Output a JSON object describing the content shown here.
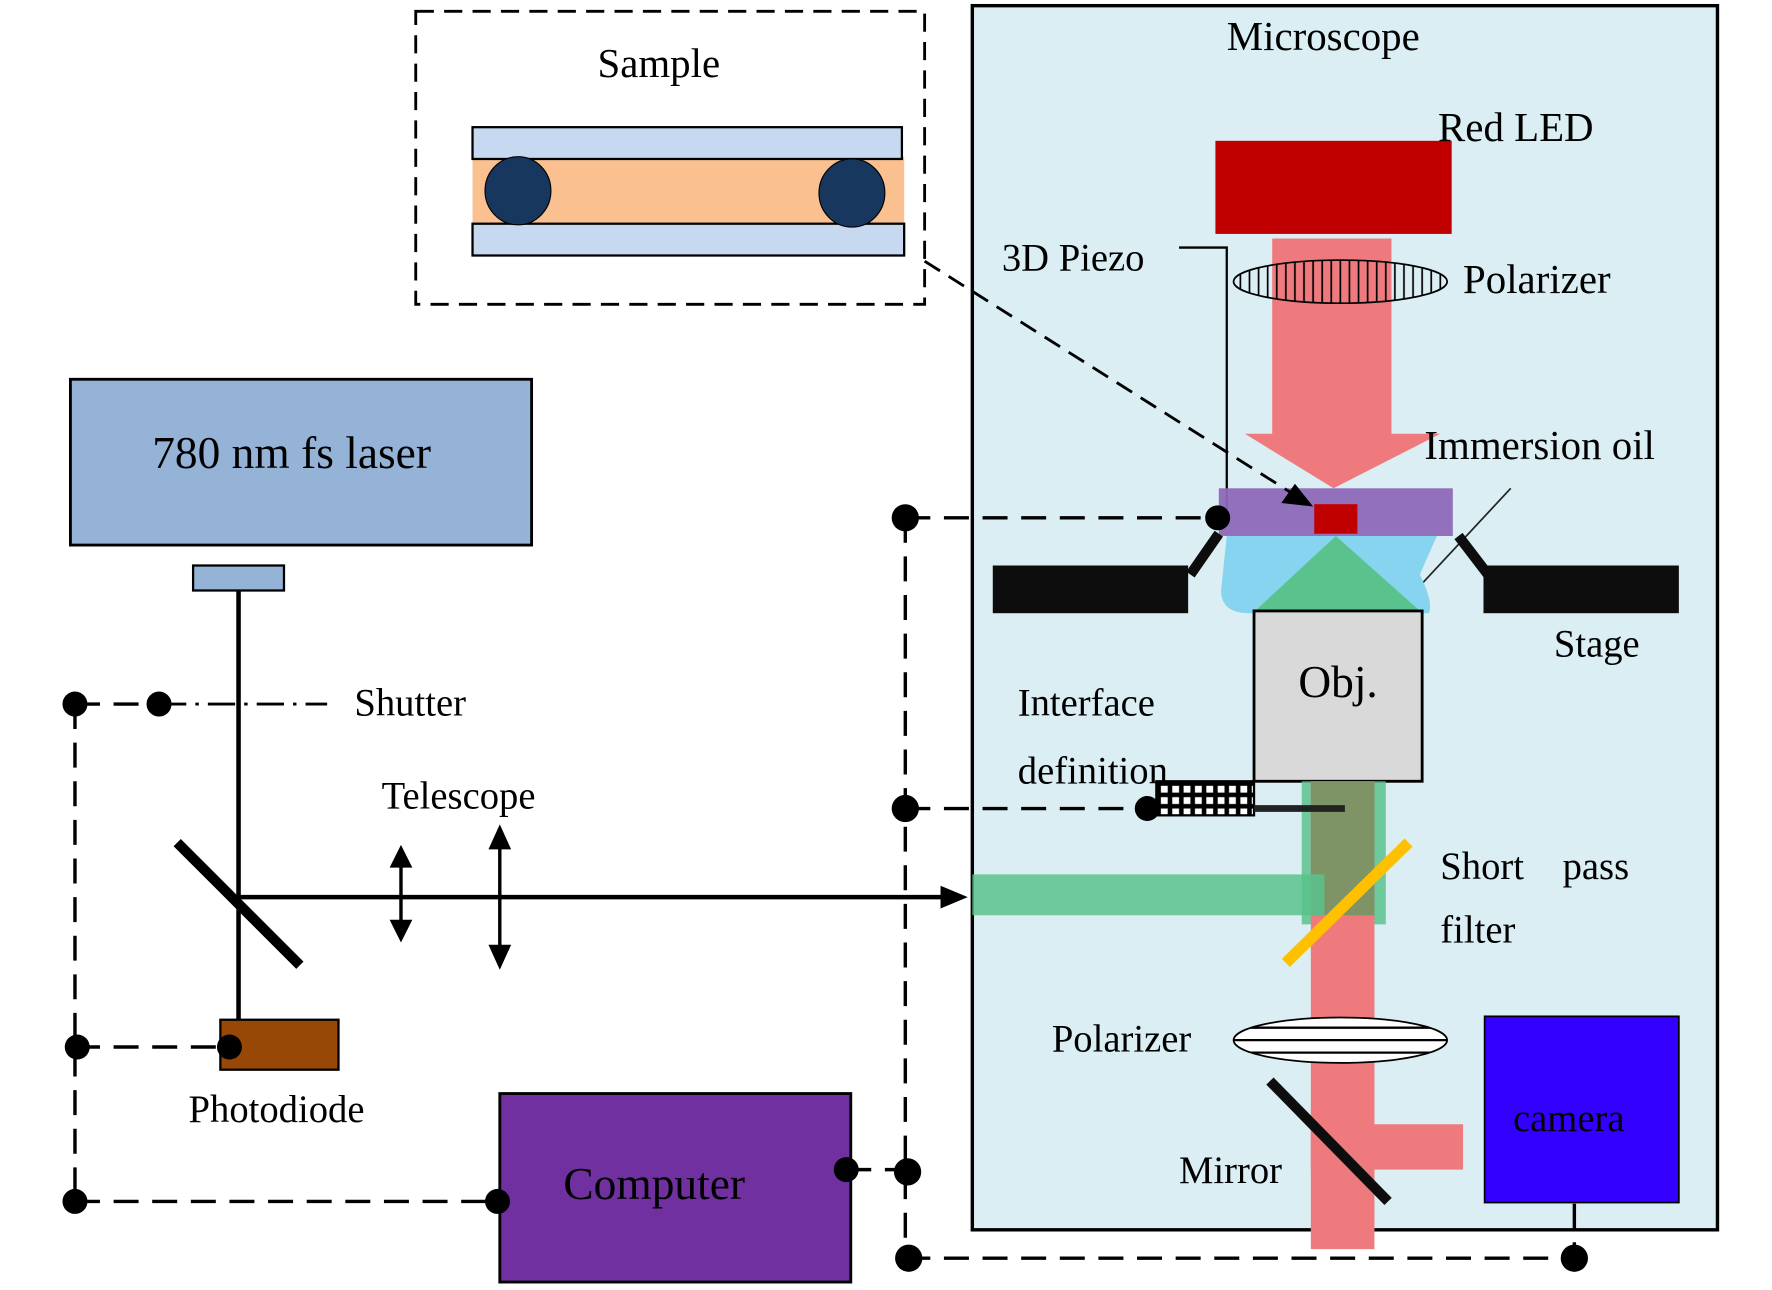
{
  "title": "Experimental setup: fs laser writing with microscope observation",
  "colors": {
    "laser_box": "#95b3d7",
    "microscope_bg": "#daeef3",
    "sample_glass": "#c6d9f1",
    "sample_medium": "#fac090",
    "spacer_beads": "#17375e",
    "red_led": "#c00000",
    "red_light": "#ee7a7e",
    "piezo": "#8e68b8",
    "immersion_oil": "#87d4f0",
    "green_beam": "#5ac28c",
    "objective": "#d9d9d9",
    "short_pass_filter": "#ffc000",
    "photodiode": "#974806",
    "computer": "#7030a0",
    "camera": "#3300ff",
    "stage": "#0d0d0d"
  },
  "labels": {
    "sample": "Sample",
    "microscope": "Microscope",
    "red_led": "Red LED",
    "piezo": "3D Piezo",
    "polarizer_top": "Polarizer",
    "immersion_oil": "Immersion oil",
    "laser": "780 nm fs laser",
    "stage": "Stage",
    "objective": "Obj.",
    "shutter": "Shutter",
    "interface_line1": "Interface",
    "interface_line2": "definition",
    "telescope": "Telescope",
    "filter_line1": "Short    pass",
    "filter_line2": "filter",
    "polarizer_bottom": "Polarizer",
    "photodiode": "Photodiode",
    "camera": "camera",
    "mirror": "Mirror",
    "computer": "Computer"
  }
}
